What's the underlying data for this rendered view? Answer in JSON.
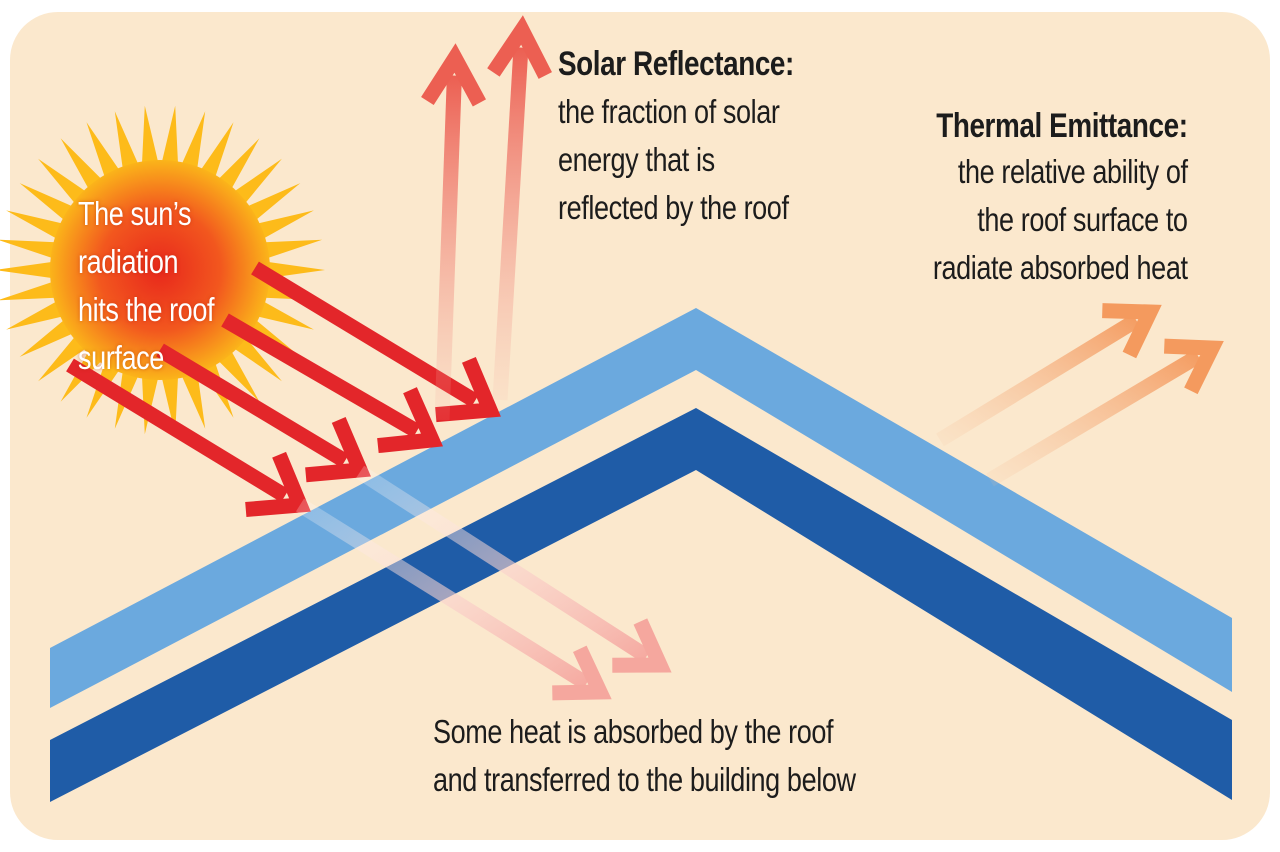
{
  "sun": {
    "lines": [
      "The sun’s",
      "radiation",
      "hits the roof",
      "surface"
    ]
  },
  "solar_reflectance": {
    "title": "Solar Reflectance:",
    "lines": [
      "the fraction of solar",
      "energy that is",
      "reflected by the roof"
    ]
  },
  "thermal_emittance": {
    "title": "Thermal Emittance:",
    "lines": [
      "the relative ability of",
      "the roof surface to",
      "radiate absorbed heat"
    ]
  },
  "absorbed_heat": {
    "lines": [
      "Some heat is absorbed by the roof",
      "and transferred to the building below"
    ]
  },
  "colors": {
    "background": "#fbe7cb",
    "roof_light": "#6aaadf",
    "roof_dark": "#1f5ea8",
    "incoming_arrow": "#e3262a",
    "reflected_arrow": "#ee6a5c",
    "emitted_arrow": "#f4a36b",
    "sun_outer": "#fdbb1a",
    "sun_inner": "#ef3d1c"
  },
  "icons": [
    "sun-icon"
  ]
}
